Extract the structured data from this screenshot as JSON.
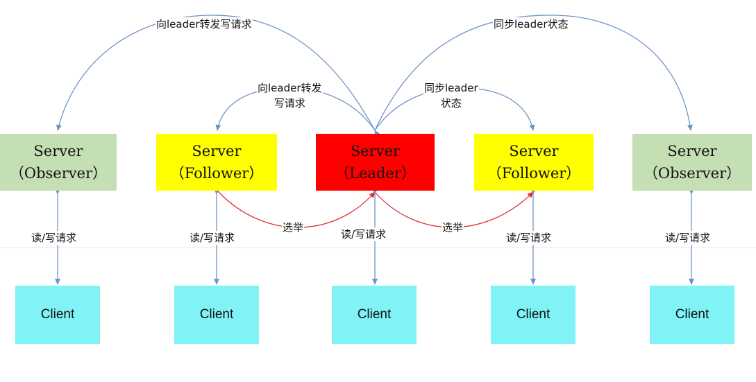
{
  "colors": {
    "observer": "#c5dfb5",
    "follower": "#ffff00",
    "leader": "#ff0000",
    "client": "#7ff3f6",
    "arrow_blue": "#6f93c8",
    "arrow_red": "#e03030"
  },
  "servers": [
    {
      "role": "observer",
      "line1": "Server",
      "line2": "（Observer）"
    },
    {
      "role": "follower",
      "line1": "Server",
      "line2": "（Follower）"
    },
    {
      "role": "leader",
      "line1": "Server",
      "line2": "（Leader）"
    },
    {
      "role": "follower",
      "line1": "Server",
      "line2": "（Follower）"
    },
    {
      "role": "observer",
      "line1": "Server",
      "line2": "（Observer）"
    }
  ],
  "clients": [
    {
      "label": "Client"
    },
    {
      "label": "Client"
    },
    {
      "label": "Client"
    },
    {
      "label": "Client"
    },
    {
      "label": "Client"
    }
  ],
  "labels": {
    "rw_request": "读/写请求",
    "forward_write_outer": "向leader转发写请求",
    "sync_leader_state_outer": "同步leader状态",
    "forward_write_inner_line1": "向leader转发",
    "forward_write_inner_line2": "写请求",
    "sync_leader_state_inner_line1": "同步leader",
    "sync_leader_state_inner_line2": "状态",
    "election": "选举"
  }
}
